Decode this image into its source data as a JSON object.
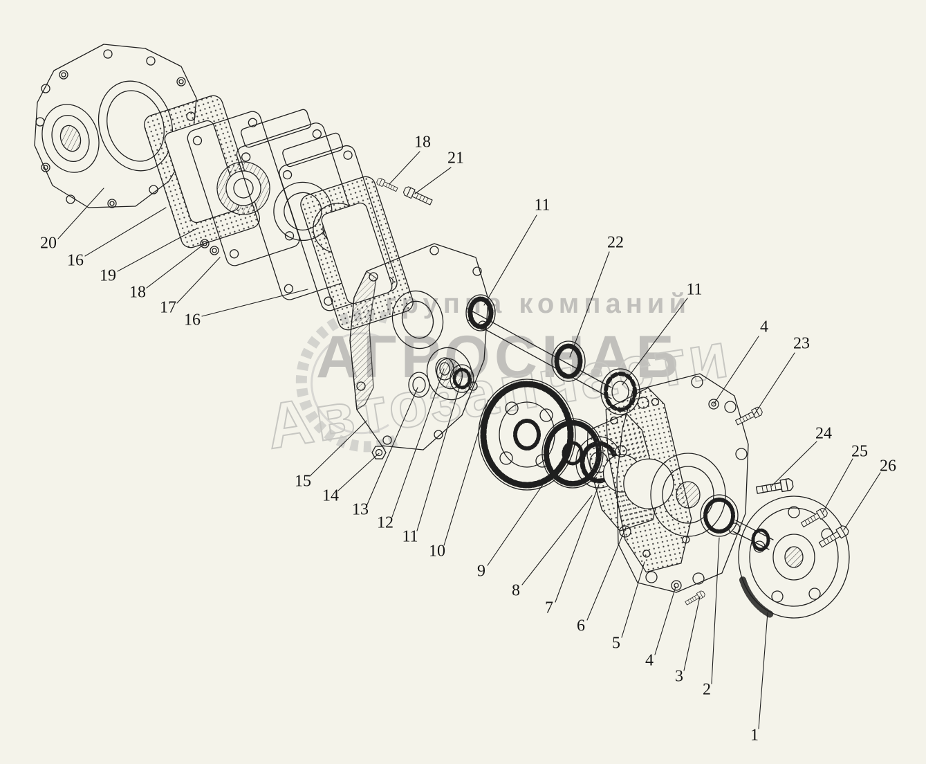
{
  "figure": {
    "background_color": "#f4f3ea",
    "line_color": "#1f1f1f",
    "watermark_color": "#8f8f8f"
  },
  "watermark": {
    "line1": "группа компаний",
    "line2": "АГРОСНАБ",
    "line3": "Автозапчасти"
  },
  "callouts": [
    {
      "label": "18"
    },
    {
      "label": "21"
    },
    {
      "label": "11"
    },
    {
      "label": "22"
    },
    {
      "label": "11"
    },
    {
      "label": "4"
    },
    {
      "label": "23"
    },
    {
      "label": "24"
    },
    {
      "label": "25"
    },
    {
      "label": "26"
    },
    {
      "label": "20"
    },
    {
      "label": "16"
    },
    {
      "label": "19"
    },
    {
      "label": "18"
    },
    {
      "label": "17"
    },
    {
      "label": "16"
    },
    {
      "label": "15"
    },
    {
      "label": "14"
    },
    {
      "label": "13"
    },
    {
      "label": "12"
    },
    {
      "label": "11"
    },
    {
      "label": "10"
    },
    {
      "label": "9"
    },
    {
      "label": "8"
    },
    {
      "label": "7"
    },
    {
      "label": "6"
    },
    {
      "label": "5"
    },
    {
      "label": "4"
    },
    {
      "label": "3"
    },
    {
      "label": "2"
    },
    {
      "label": "1"
    }
  ]
}
